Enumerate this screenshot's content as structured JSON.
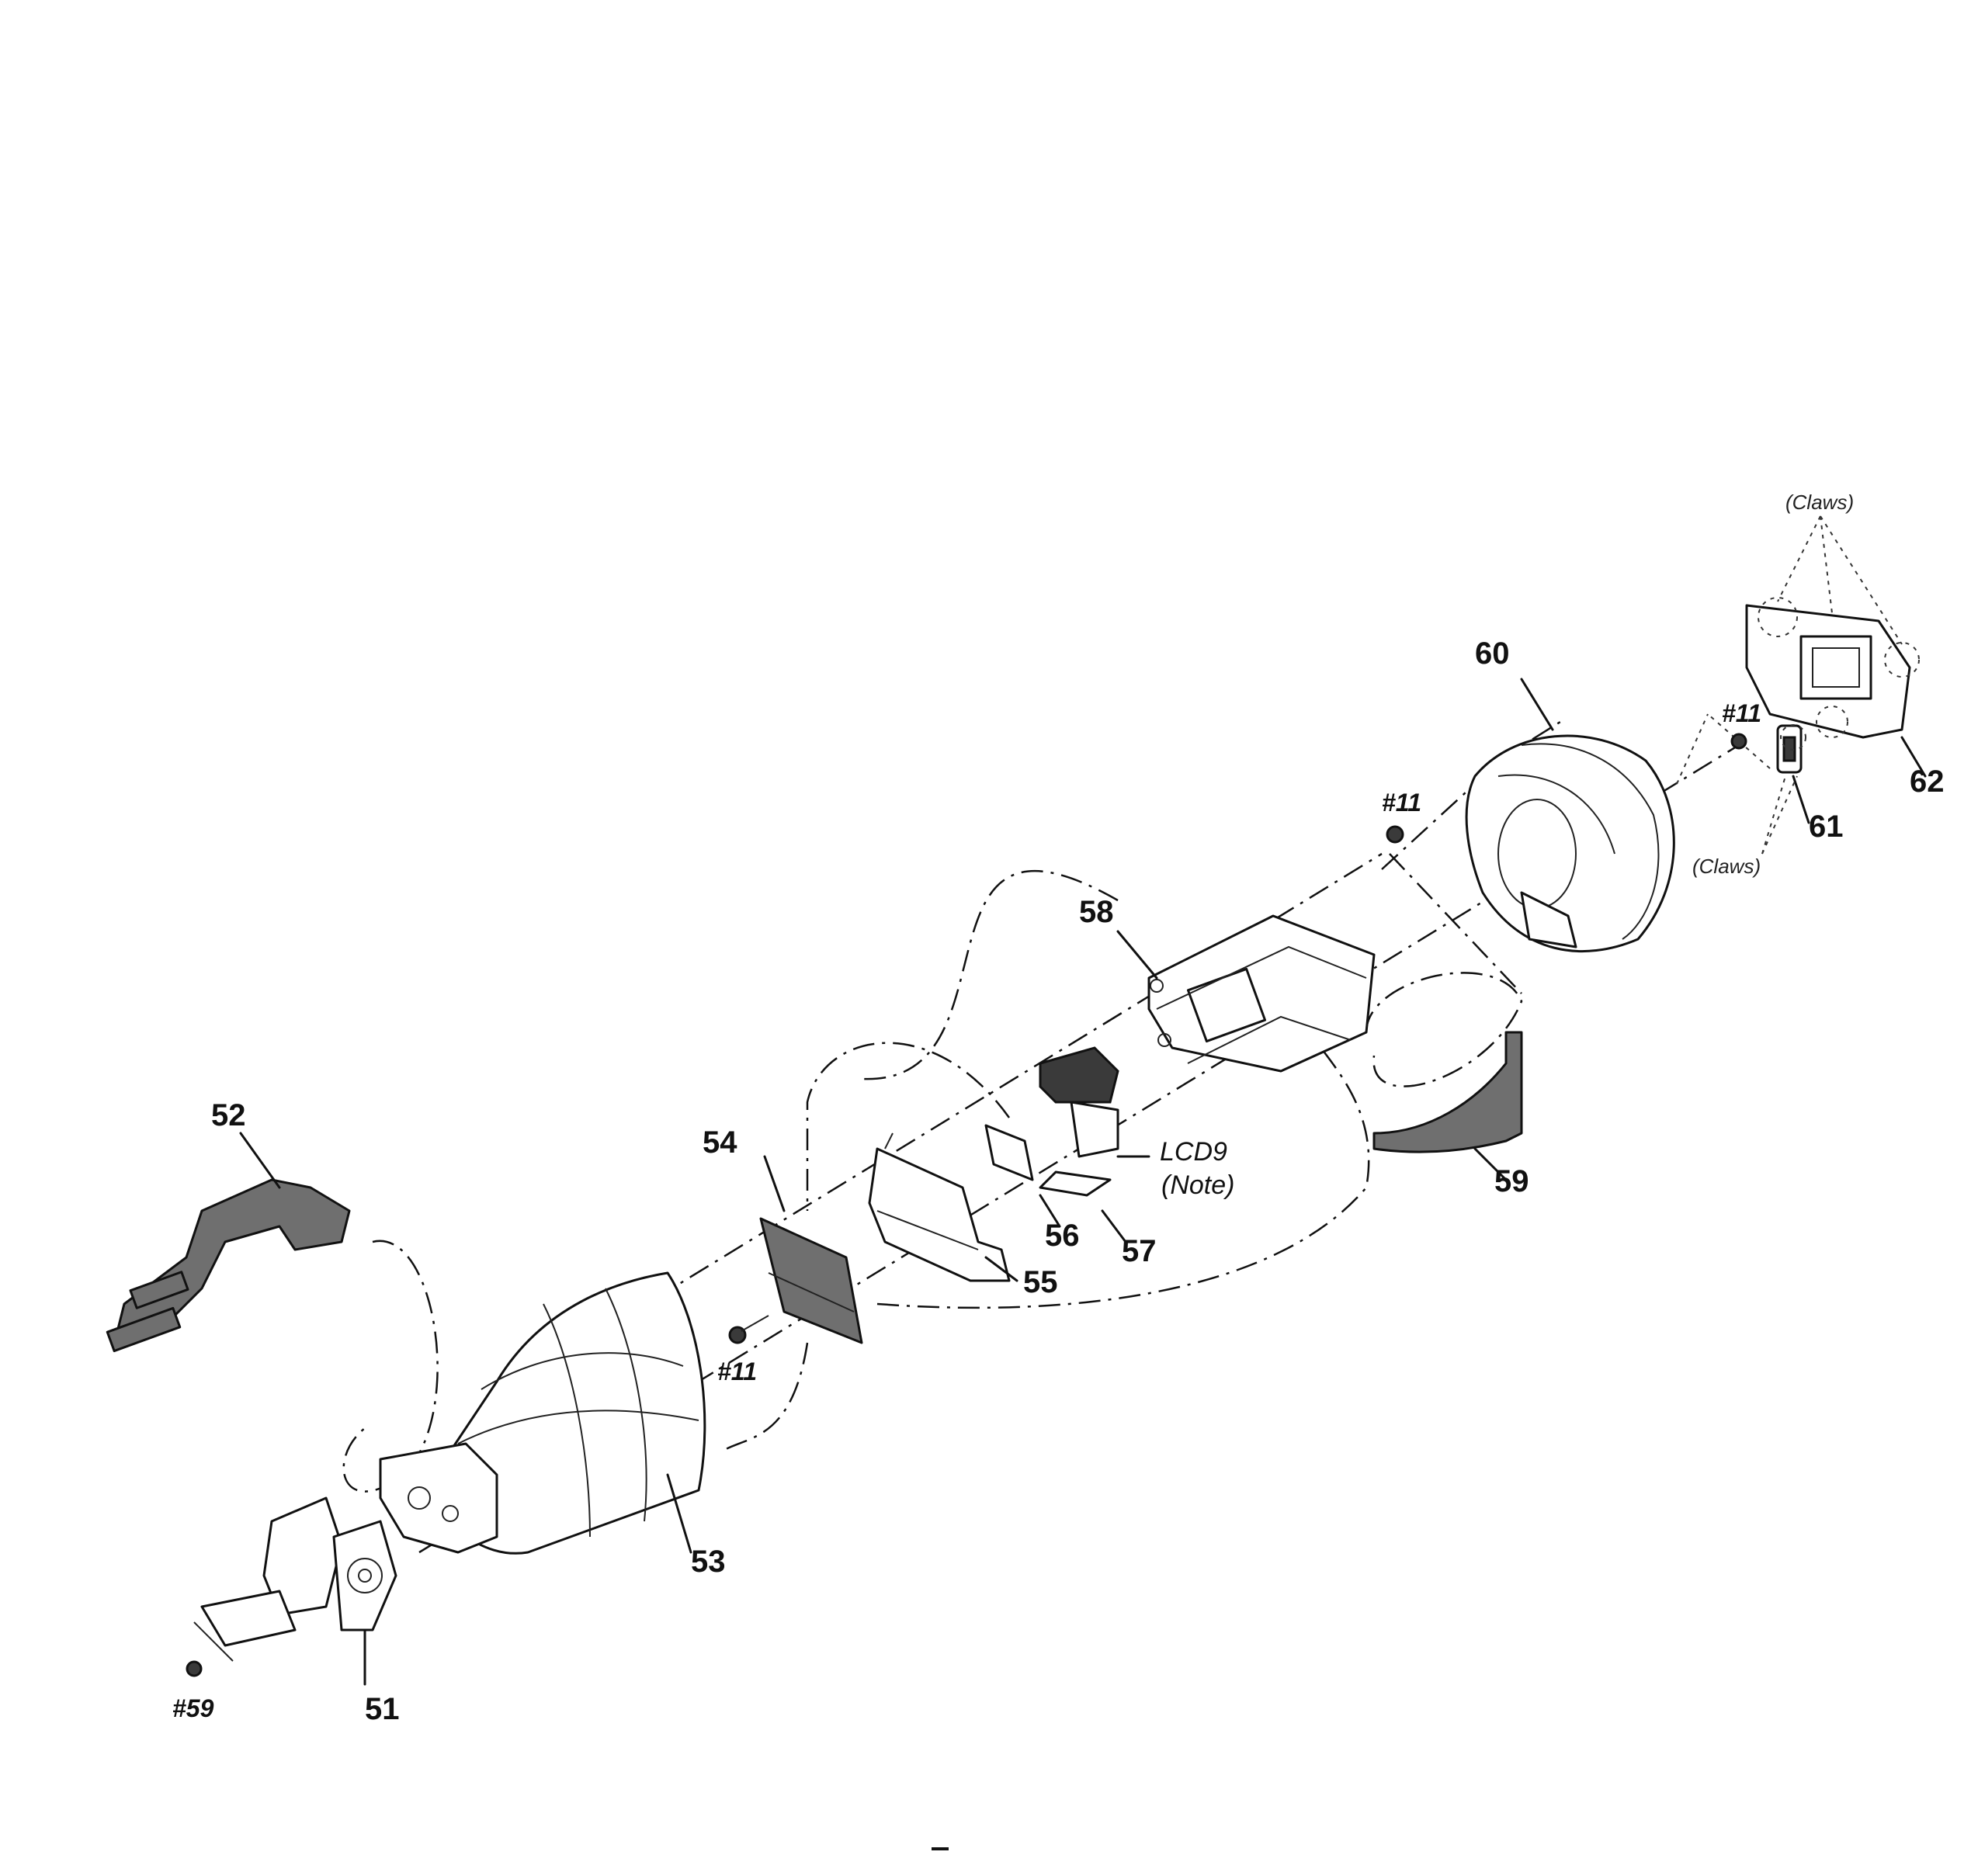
{
  "parts": [
    {
      "id": "p51",
      "label": "51"
    },
    {
      "id": "p52",
      "label": "52"
    },
    {
      "id": "p53",
      "label": "53"
    },
    {
      "id": "p54",
      "label": "54"
    },
    {
      "id": "p55",
      "label": "55"
    },
    {
      "id": "p56",
      "label": "56"
    },
    {
      "id": "p57",
      "label": "57"
    },
    {
      "id": "p58",
      "label": "58"
    },
    {
      "id": "p59",
      "label": "59"
    },
    {
      "id": "p60",
      "label": "60"
    },
    {
      "id": "p61",
      "label": "61"
    },
    {
      "id": "p62",
      "label": "62"
    }
  ],
  "screws": {
    "s59": "#59",
    "s11a": "#11",
    "s11b": "#11",
    "s11c": "#11"
  },
  "callouts": {
    "lcd": "LCD9",
    "note": "(Note)",
    "claws_top": "(Claws)",
    "claws_bottom": "(Claws)"
  }
}
